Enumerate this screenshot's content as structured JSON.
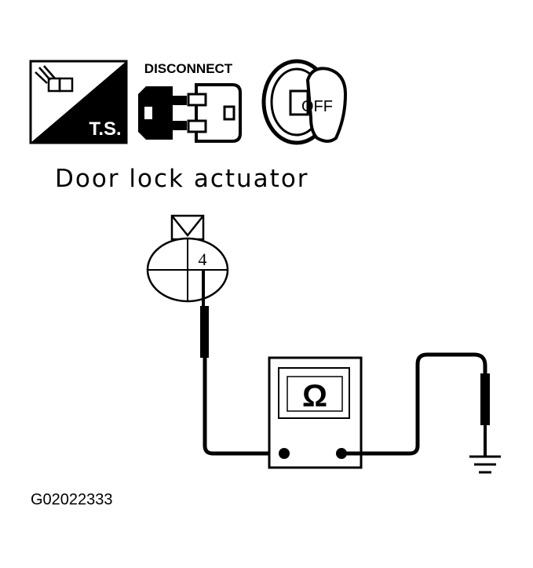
{
  "icons": {
    "ts_label": "T.S.",
    "disconnect_label": "DISCONNECT",
    "key_label": "OFF"
  },
  "caption": "Door lock actuator",
  "connector": {
    "terminal_number": "4"
  },
  "meter": {
    "symbol": "Ω"
  },
  "figure_id": "G02022333",
  "colors": {
    "ink": "#000000",
    "paper": "#ffffff"
  }
}
